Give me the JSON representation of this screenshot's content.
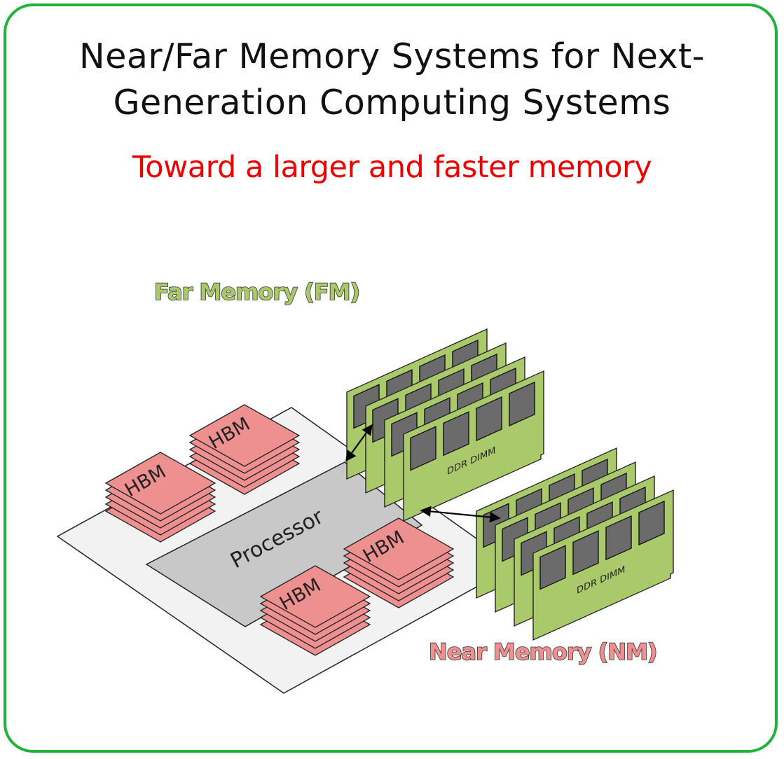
{
  "title_line1": "Near/Far Memory Systems for Next-",
  "title_line2": "Generation Computing Systems",
  "subtitle": "Toward a larger and faster memory",
  "far_memory_label": "Far Memory (FM)",
  "near_memory_label": "Near Memory (NM)",
  "processor_label": "Processor",
  "hbm_label": "HBM",
  "dimm_label": "DDR DIMM",
  "colors": {
    "frame": "#1eb33a",
    "subtitle": "#ee0000",
    "dimm_board": "#a9c96a",
    "dimm_chip": "#6b6b6b",
    "hbm": "#ee9090",
    "processor": "#c8c8c8",
    "substrate": "#f2f2f2"
  }
}
